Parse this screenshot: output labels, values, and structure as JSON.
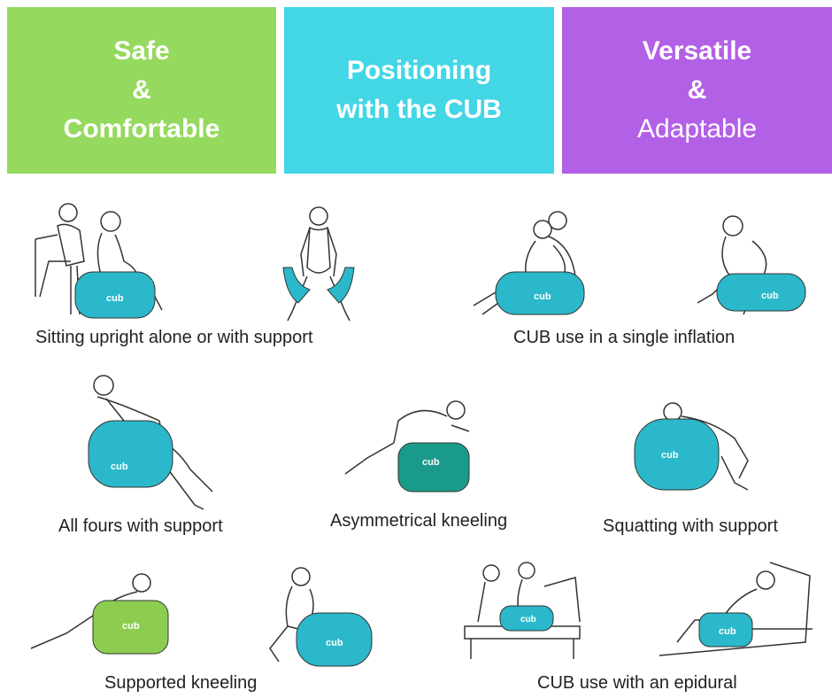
{
  "colors": {
    "green": "#95d95e",
    "cyan": "#43d6e5",
    "purple": "#b260e6",
    "cub_blue": "#2ab8ca",
    "cub_teal": "#1a9a8a",
    "cub_green": "#8ccd4f"
  },
  "header": {
    "panel_left": {
      "line1": "Safe",
      "line2": "&",
      "line3": "Comfortable"
    },
    "panel_center": {
      "line1": "Positioning",
      "line2": "with the CUB"
    },
    "panel_right": {
      "line1": "Versatile",
      "line2": "&",
      "line3": "Adaptable"
    }
  },
  "captions": {
    "sitting": "Sitting upright alone or with support",
    "single_inflation": "CUB use in a single inflation",
    "all_fours": "All fours with support",
    "asym_kneeling": "Asymmetrical kneeling",
    "squatting": "Squatting with support",
    "supported_kneeling": "Supported kneeling",
    "epidural": "CUB use with an epidural"
  },
  "cub_logo": "cub"
}
